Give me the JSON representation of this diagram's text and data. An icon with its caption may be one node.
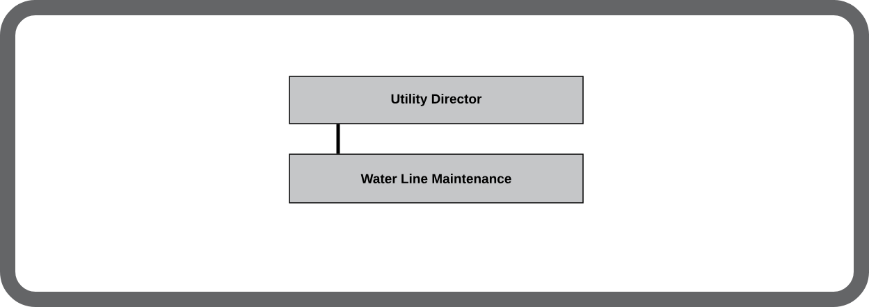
{
  "diagram": {
    "nodes": [
      {
        "text": [
          "Utility Director"
        ]
      },
      {
        "text": [
          "Water Line Maintenance"
        ]
      }
    ],
    "edges": [
      {
        "from": 0,
        "to": 1,
        "arrow": "none"
      }
    ]
  }
}
